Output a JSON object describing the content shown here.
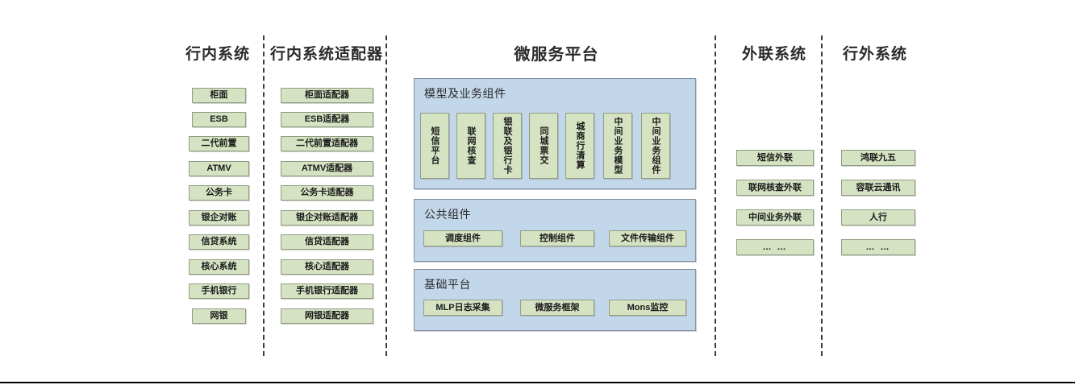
{
  "diagram": {
    "title_bank_internal": "行内系统",
    "title_adapters": "行内系统适配器",
    "title_platform": "微服务平台",
    "title_external_link": "外联系统",
    "title_outside_bank": "行外系统"
  },
  "columns": {
    "bank_internal": {
      "header": "行内系统",
      "items": [
        {
          "label": "柜面"
        },
        {
          "label": "ESB"
        },
        {
          "label": "二代前置"
        },
        {
          "label": "ATMV"
        },
        {
          "label": "公务卡"
        },
        {
          "label": "银企对账"
        },
        {
          "label": "信贷系统"
        },
        {
          "label": "核心系统"
        },
        {
          "label": "手机银行"
        },
        {
          "label": "网银"
        }
      ]
    },
    "adapters": {
      "header": "行内系统适配器",
      "items": [
        {
          "label": "柜面适配器"
        },
        {
          "label": "ESB适配器"
        },
        {
          "label": "二代前置适配器"
        },
        {
          "label": "ATMV适配器"
        },
        {
          "label": "公务卡适配器"
        },
        {
          "label": "银企对账适配器"
        },
        {
          "label": "信贷适配器"
        },
        {
          "label": "核心适配器"
        },
        {
          "label": "手机银行适配器"
        },
        {
          "label": "网银适配器"
        }
      ]
    },
    "external_link": {
      "header": "外联系统",
      "items": [
        {
          "label": "短信外联"
        },
        {
          "label": "联网核查外联"
        },
        {
          "label": "中间业务外联"
        },
        {
          "label": "… …"
        }
      ]
    },
    "outside_bank": {
      "header": "行外系统",
      "items": [
        {
          "label": "鸿联九五"
        },
        {
          "label": "容联云通讯"
        },
        {
          "label": "人行"
        },
        {
          "label": "… …"
        }
      ]
    }
  },
  "platform": {
    "header": "微服务平台",
    "panels": [
      {
        "title": "模型及业务组件",
        "orientation": "vertical",
        "items": [
          {
            "label": "短信平台"
          },
          {
            "label": "联网核查"
          },
          {
            "label": "银联及银行卡"
          },
          {
            "label": "同城票交"
          },
          {
            "label": "城商行清算"
          },
          {
            "label": "中间业务模型"
          },
          {
            "label": "中间业务组件"
          }
        ]
      },
      {
        "title": "公共组件",
        "orientation": "horizontal",
        "items": [
          {
            "label": "调度组件"
          },
          {
            "label": "控制组件"
          },
          {
            "label": "文件传输组件"
          }
        ]
      },
      {
        "title": "基础平台",
        "orientation": "horizontal",
        "items": [
          {
            "label": "MLP日志采集"
          },
          {
            "label": "微服务框架"
          },
          {
            "label": "Mons监控"
          }
        ]
      }
    ]
  },
  "colors": {
    "node_fill": "#d6e3c3",
    "node_border": "#8f9c84",
    "panel_fill": "#c3d7ea",
    "panel_border": "#7f8fa0",
    "text": "#1a1a1a",
    "divider": "#3c3c3c",
    "background": "#ffffff"
  }
}
